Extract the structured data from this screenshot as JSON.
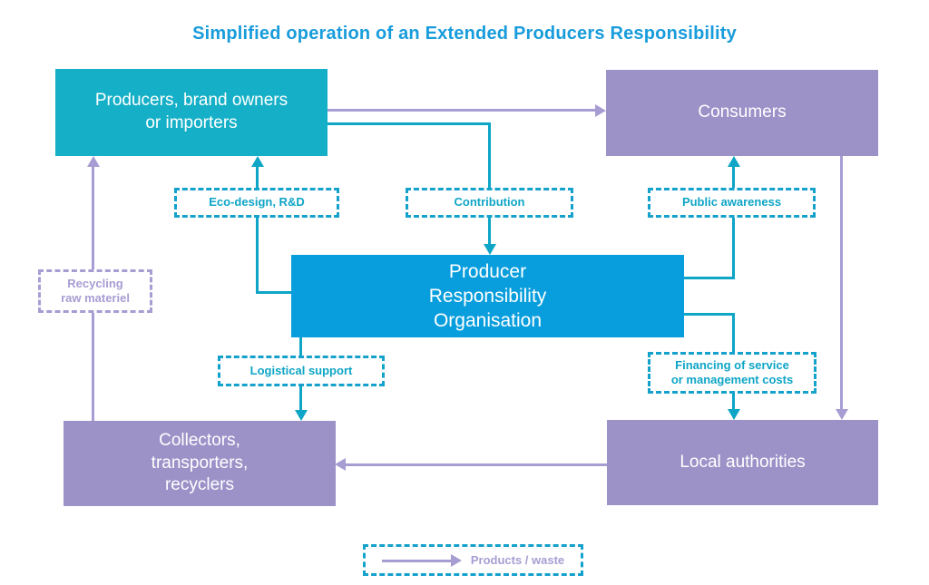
{
  "title": "Simplified operation of an Extended Producers Responsibility",
  "colors": {
    "title_text": "#189CDB",
    "producers_box": "#15B0C7",
    "pro_box": "#089EDD",
    "purple_box": "#9C92C8",
    "teal_line": "#0EA5C6",
    "purple_line": "#A89DD3",
    "node_text": "#FFFFFF"
  },
  "nodes": {
    "producers": {
      "label": "Producers, brand owners\nor importers"
    },
    "consumers": {
      "label": "Consumers"
    },
    "pro": {
      "label": "Producer\nResponsibility\nOrganisation"
    },
    "collectors": {
      "label": "Collectors,\ntransporters,\nrecyclers"
    },
    "local_authorities": {
      "label": "Local authorities"
    }
  },
  "flow_labels": {
    "eco_design": "Eco-design, R&D",
    "contribution": "Contribution",
    "public_awareness": "Public awareness",
    "logistical_support": "Logistical support",
    "financing": "Financing of service\nor management costs",
    "recycling": "Recycling\nraw materiel"
  },
  "legend": {
    "label": "Products / waste"
  }
}
